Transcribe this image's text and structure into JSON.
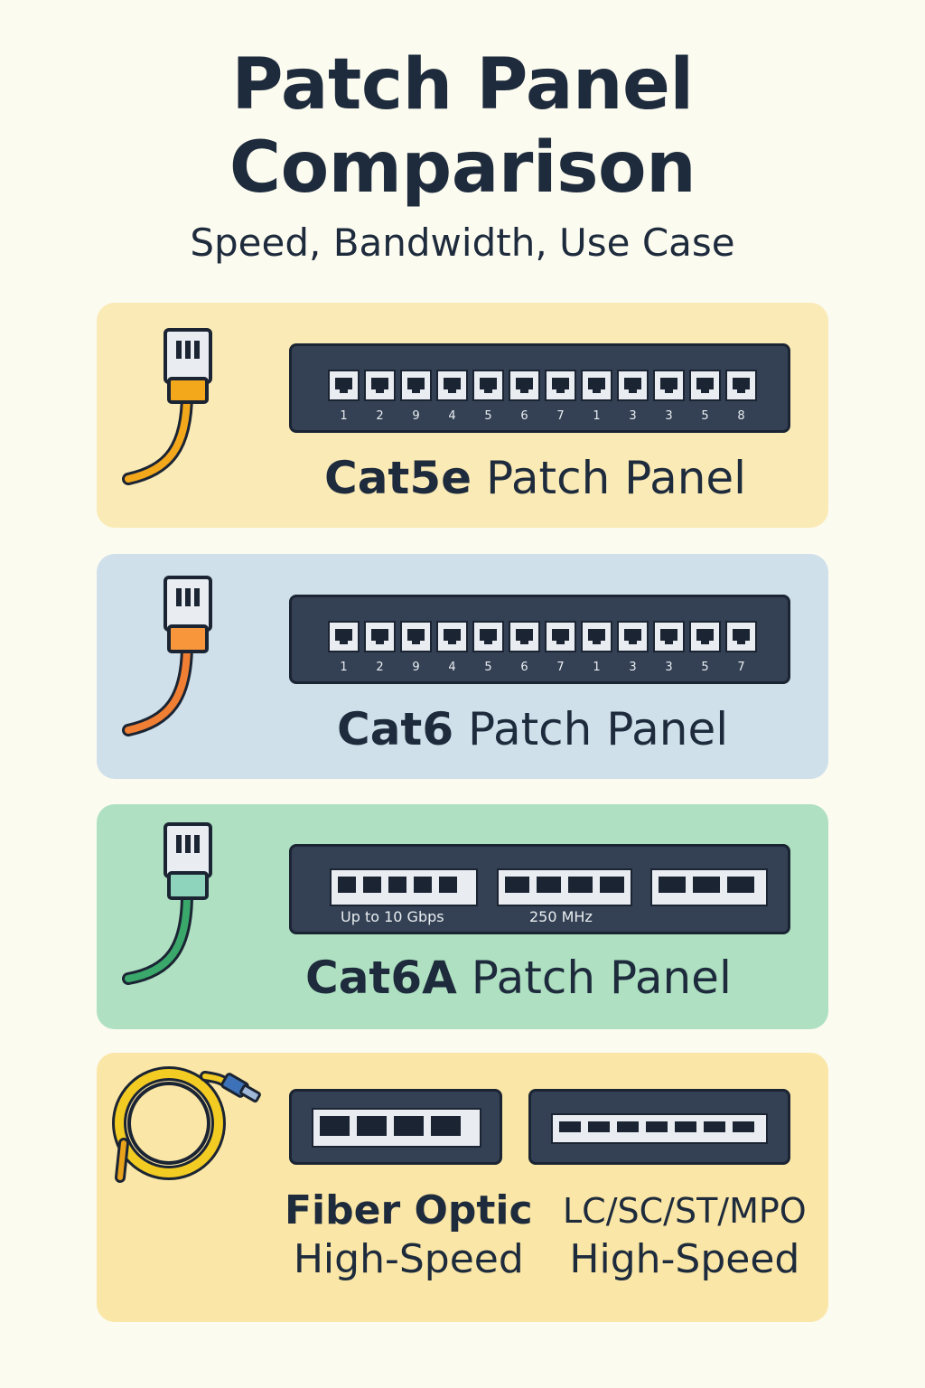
{
  "header": {
    "title_line1": "Patch Panel",
    "title_line2": "Comparison",
    "subtitle": "Speed, Bandwidth, Use Case"
  },
  "colors": {
    "cat5e_bg": "#faeab6",
    "cat6_bg": "#cfe0ea",
    "cat6a_bg": "#aee0c1",
    "fiber_bg": "#fae6a6",
    "cat5e_cable": "#f3a81c",
    "cat6_cable": "#f07f33",
    "cat6a_cable": "#3aa86b",
    "fiber_cable": "#f2cb23"
  },
  "cards": {
    "cat5e": {
      "label_bold": "Cat5e",
      "label_rest": " Patch Panel",
      "port_numbers": [
        "1",
        "2",
        "9",
        "4",
        "5",
        "6",
        "7",
        "1",
        "3",
        "3",
        "5",
        "8"
      ]
    },
    "cat6": {
      "label_bold": "Cat6",
      "label_rest": " Patch Panel",
      "port_numbers": [
        "1",
        "2",
        "9",
        "4",
        "5",
        "6",
        "7",
        "1",
        "3",
        "3",
        "5",
        "7"
      ]
    },
    "cat6a": {
      "label_bold": "Cat6A",
      "label_rest": " Patch Panel",
      "spec_speed": "Up to  10  Gbps",
      "spec_bandwidth": "250 MHz"
    },
    "fiber": {
      "left_line1": "Fiber Optic",
      "left_line2": "High-Speed",
      "right_line1": "LC/SC/ST/MPO",
      "right_line2": "High-Speed"
    }
  }
}
